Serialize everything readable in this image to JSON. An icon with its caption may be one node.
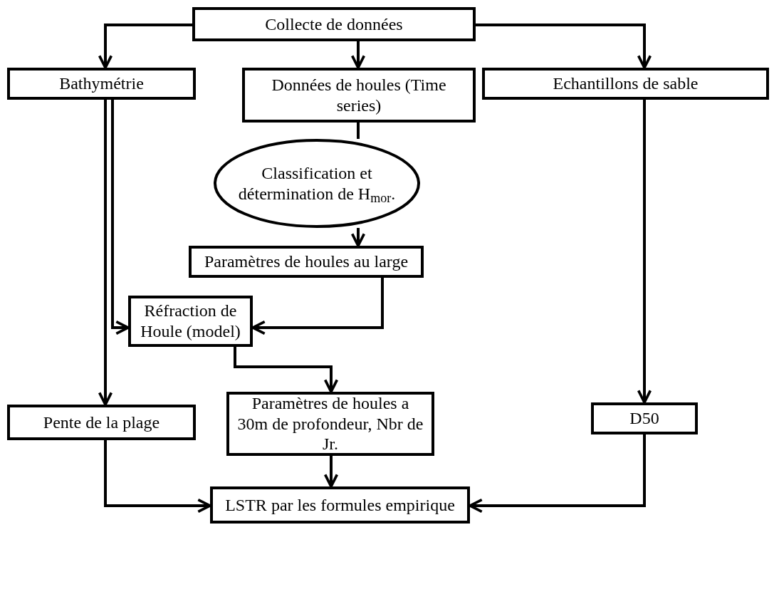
{
  "diagram": {
    "nodes": [
      {
        "text": [
          "Collecte de données"
        ]
      },
      {
        "text": [
          "Bathymétrie"
        ]
      },
      {
        "text": [
          "Données de houles (Time series)"
        ]
      },
      {
        "text": [
          "Echantillons de sable"
        ]
      },
      {
        "text": [
          "Classification et détermination de H$_{mor}$."
        ]
      },
      {
        "text": [
          "Paramètres de houles au large"
        ]
      },
      {
        "text": [
          "Réfraction de Houle (model)"
        ]
      },
      {
        "text": [
          "Pente de la plage"
        ]
      },
      {
        "text": [
          "Paramètres de houles a 30m de profondeur, Nbr de Jr."
        ]
      },
      {
        "text": [
          "D50"
        ]
      },
      {
        "text": [
          "LSTR par les formules empirique"
        ]
      }
    ],
    "edges": [
      {
        "from": 0,
        "to": 1,
        "arrow": "to"
      },
      {
        "from": 0,
        "to": 2,
        "arrow": "to"
      },
      {
        "from": 0,
        "to": 3,
        "arrow": "to"
      },
      {
        "from": 2,
        "to": 4,
        "arrow": "none"
      },
      {
        "from": 4,
        "to": 5,
        "arrow": "to"
      },
      {
        "from": 5,
        "to": 6,
        "arrow": "to"
      },
      {
        "from": 1,
        "to": 6,
        "arrow": "to"
      },
      {
        "from": 1,
        "to": 7,
        "arrow": "to"
      },
      {
        "from": 6,
        "to": 8,
        "arrow": "to"
      },
      {
        "from": 3,
        "to": 9,
        "arrow": "to"
      },
      {
        "from": 7,
        "to": 10,
        "arrow": "to"
      },
      {
        "from": 8,
        "to": 10,
        "arrow": "to"
      },
      {
        "from": 9,
        "to": 10,
        "arrow": "to"
      }
    ]
  }
}
